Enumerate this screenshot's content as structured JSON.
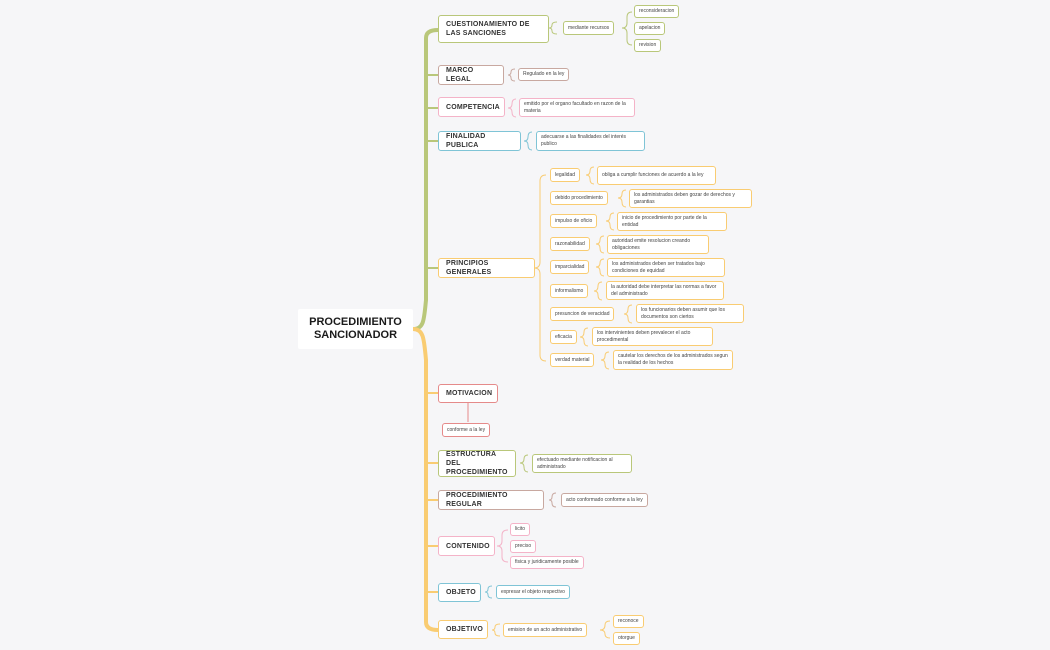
{
  "root": "PROCEDIMIENTO SANCIONADOR",
  "colors": {
    "green": "#b9c77a",
    "yellow": "#f9cc72",
    "pink": "#f4b3c8",
    "red": "#e58a8a",
    "blue": "#7fc4d6",
    "brown": "#c8a8a0"
  },
  "branches": {
    "cuestionamiento": {
      "label": "CUESTIONAMIENTO DE LAS SANCIONES",
      "sub": "mediante recursos",
      "items": [
        "reconsideracion",
        "apelacion",
        "revision"
      ]
    },
    "marco_legal": {
      "label": "MARCO LEGAL",
      "sub": "Regulado en la ley"
    },
    "competencia": {
      "label": "COMPETENCIA",
      "sub": "emitido por el organo facultado en razon de la materia"
    },
    "finalidad": {
      "label": "FINALIDAD PUBLICA",
      "sub": "adecuarse a las finalidades del interés publico"
    },
    "principios": {
      "label": "PRINCIPIOS GENERALES",
      "items": [
        {
          "name": "legalidad",
          "desc": "obliga a cumplir funciones de acuerdo a la ley"
        },
        {
          "name": "debido procedimiento",
          "desc": "los administrados deben gozar de derechos y garantias"
        },
        {
          "name": "impulso de oficio",
          "desc": "inicio de procedimiento por parte de la entidad"
        },
        {
          "name": "razonabilidad",
          "desc": "autoridad emite resolucion creando obligaciones"
        },
        {
          "name": "imparcialidad",
          "desc": "los administrados deben ser tratados bajo condiciones de equidad"
        },
        {
          "name": "informalismo",
          "desc": "la autoridad debe interpretar las normas a favor del administrado"
        },
        {
          "name": "presuncion de veracidad",
          "desc": "los funcionarios deben asumir que los documentos son ciertos"
        },
        {
          "name": "eficacia",
          "desc": "los intervinientes deben prevalecer el acto procedimental"
        },
        {
          "name": "verdad material",
          "desc": "cautelar los derechos de los administrados segun la realidad de los hechos"
        }
      ]
    },
    "motivacion": {
      "label": "MOTIVACION",
      "sub": "conforme a la ley"
    },
    "estructura": {
      "label": "ESTRUCTURA DEL PROCEDIMIENTO",
      "sub": "efectuado mediante notificacion al administrado"
    },
    "regular": {
      "label": "PROCEDIMIENTO REGULAR",
      "sub": "acto conformado conforme a la ley"
    },
    "contenido": {
      "label": "CONTENIDO",
      "items": [
        "licito",
        "preciso",
        "fisica y juridicamente posible"
      ]
    },
    "objeto": {
      "label": "OBJETO",
      "sub": "expresar el objeto respectivo"
    },
    "objetivo": {
      "label": "OBJETIVO",
      "sub": "emision de un acto administrativo",
      "items": [
        "reconoce",
        "otorgue"
      ]
    }
  }
}
